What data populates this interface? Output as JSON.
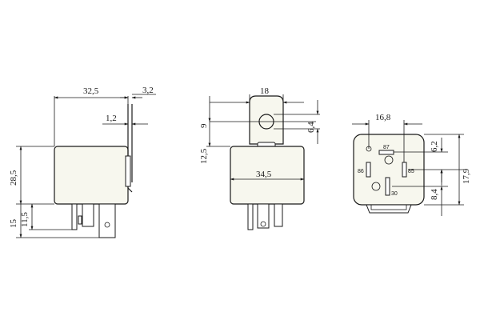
{
  "dimensions": {
    "side_width": "32,5",
    "side_tab_offset": "3,2",
    "side_tab_thickness": "1,2",
    "side_height": "28,5",
    "side_pin_length": "11,5",
    "side_total_pin": "15",
    "front_tab_width": "18",
    "front_hole_pos": "9",
    "front_hole_dia": "6,4",
    "front_body_offset": "12,5",
    "front_body_width": "34,5",
    "bottom_pin_spacing": "16,8",
    "bottom_spacing_top": "6,2",
    "bottom_spacing_bottom": "8,4",
    "bottom_total": "17,9"
  },
  "pins": {
    "p87": "87",
    "p86": "86",
    "p85": "85",
    "p30": "30"
  }
}
